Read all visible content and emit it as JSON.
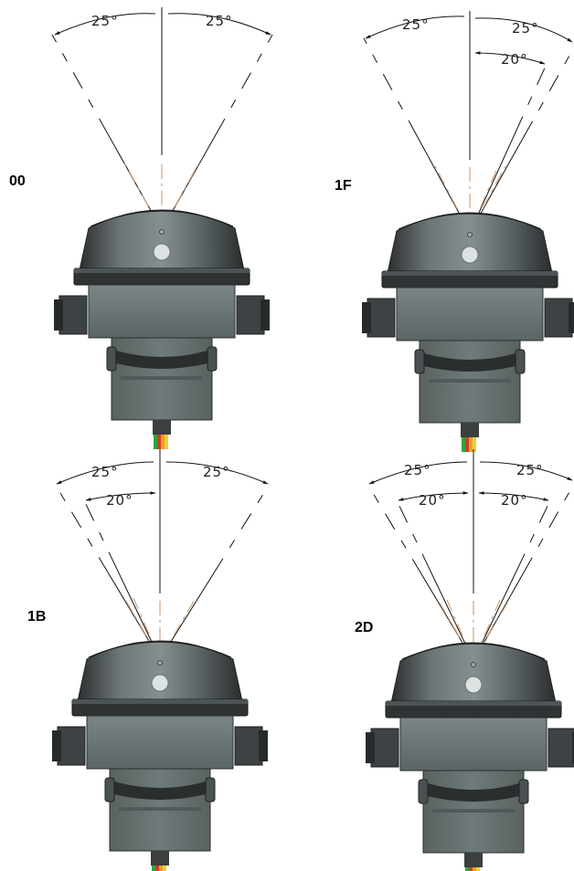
{
  "panels": [
    {
      "label": "00",
      "annotations": [
        {
          "text": "25°",
          "side": "left"
        },
        {
          "text": "25°",
          "side": "right"
        }
      ]
    },
    {
      "label": "1F",
      "annotations": [
        {
          "text": "25°",
          "side": "left"
        },
        {
          "text": "25°",
          "side": "right"
        },
        {
          "text": "20°",
          "side": "right-inner"
        }
      ]
    },
    {
      "label": "1B",
      "annotations": [
        {
          "text": "25°",
          "side": "left"
        },
        {
          "text": "25°",
          "side": "right"
        },
        {
          "text": "20°",
          "side": "left-inner"
        }
      ]
    },
    {
      "label": "2D",
      "annotations": [
        {
          "text": "25°",
          "side": "left"
        },
        {
          "text": "25°",
          "side": "right"
        },
        {
          "text": "20°",
          "side": "left-inner"
        },
        {
          "text": "20°",
          "side": "right-inner"
        }
      ]
    }
  ],
  "colors": {
    "line": "#111111",
    "dash": "#d2a27a",
    "housing_dark": "#3a3d3e",
    "housing_mid": "#5f6869",
    "housing_light": "#9aa3a3"
  }
}
